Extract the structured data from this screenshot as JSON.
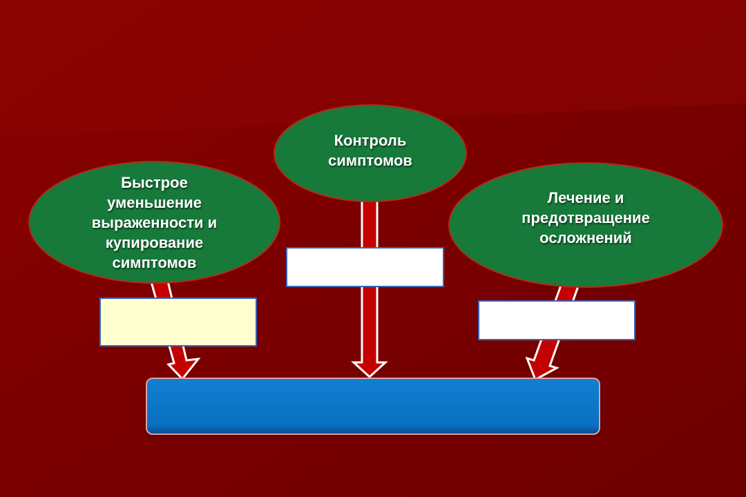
{
  "colors": {
    "background": "#7a0000",
    "ellipse_fill": "#177a3a",
    "ellipse_border": "#b52a16",
    "arrow_fill": "#c40000",
    "arrow_outline": "#ffffff",
    "box_border": "#3a64b8",
    "box_left_fill": "#fefecf",
    "box_center_fill": "#ffffff",
    "box_right_fill": "#ffffff",
    "result_fill": "#0a73c7"
  },
  "ellipses": {
    "left": {
      "lines": [
        "Быстрое",
        "уменьшение",
        "выраженности и",
        "купирование",
        "симптомов"
      ]
    },
    "center": {
      "lines": [
        "Контроль",
        "симптомов"
      ]
    },
    "right": {
      "lines": [
        "Лечение и",
        "предотвращение",
        "осложнений"
      ]
    }
  },
  "boxes": {
    "left": {
      "text": ""
    },
    "center": {
      "text": ""
    },
    "right": {
      "text": ""
    }
  },
  "result": {
    "text": ""
  }
}
